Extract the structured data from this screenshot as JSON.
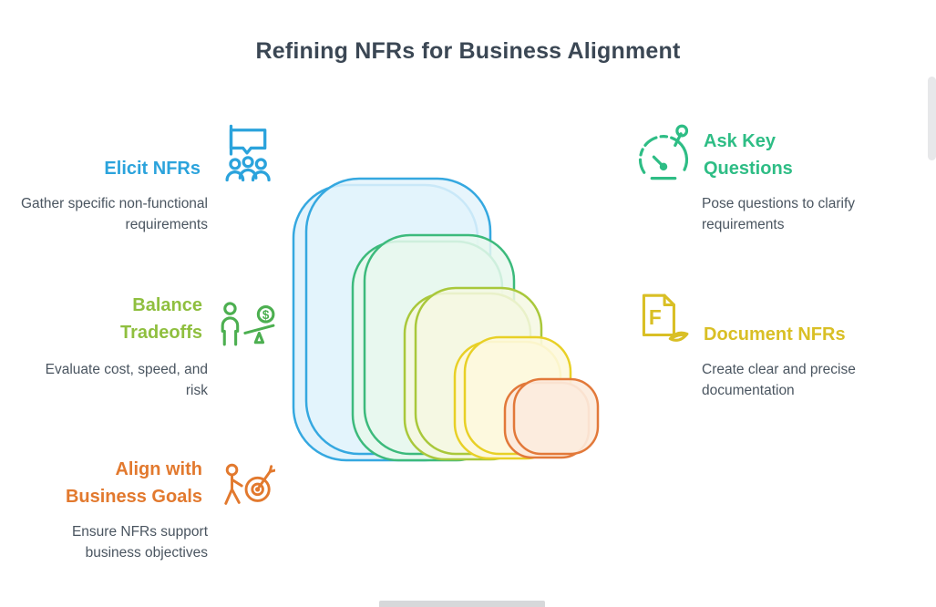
{
  "title": "Refining NFRs for Business Alignment",
  "title_color": "#3b4754",
  "text_color": "#4a5560",
  "items": {
    "elicit": {
      "heading": "Elicit NFRs",
      "description": "Gather specific non-functional requirements",
      "icon": "people-flag-icon",
      "color": "#2ba3dc"
    },
    "balance": {
      "heading": "Balance Tradeoffs",
      "description": "Evaluate cost, speed, and risk",
      "icon": "scale-person-icon",
      "color": "#8fbf3f",
      "icon_symbol": "$"
    },
    "align": {
      "heading": "Align with Business Goals",
      "description": "Ensure NFRs support business objectives",
      "icon": "target-person-icon",
      "color": "#e2792e"
    },
    "ask": {
      "heading": "Ask Key Questions",
      "description": "Pose questions to clarify requirements",
      "icon": "gauge-icon",
      "color": "#2ebd85"
    },
    "document": {
      "heading": "Document NFRs",
      "description": "Create clear and precise documentation",
      "icon": "document-f-icon",
      "color": "#d9bf25",
      "icon_letter": "F"
    }
  },
  "graphic": {
    "type": "layered-rounded-squares",
    "layers": [
      {
        "name": "blue",
        "stroke": "#35a8e0",
        "fill": "#e3f3fc"
      },
      {
        "name": "green",
        "stroke": "#3cba7c",
        "fill": "#e7f8ef"
      },
      {
        "name": "yellow-green",
        "stroke": "#a9c83b",
        "fill": "#f4f8e3"
      },
      {
        "name": "yellow",
        "stroke": "#e8d026",
        "fill": "#fdf8de"
      },
      {
        "name": "orange",
        "stroke": "#e2793a",
        "fill": "#fcebdd"
      }
    ]
  }
}
